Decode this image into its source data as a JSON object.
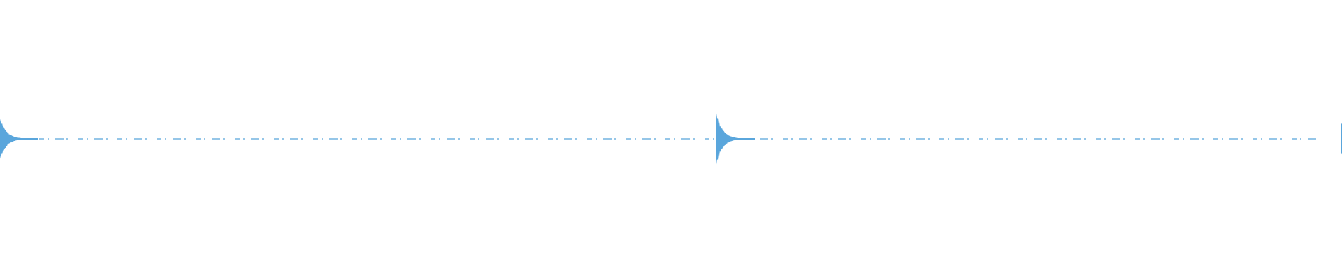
{
  "waveform": {
    "color": "#5aa6dc",
    "background": "#ffffff",
    "transients": [
      {
        "time": 0.0,
        "amplitude": 0.16
      },
      {
        "time": 0.534,
        "amplitude": 0.19
      },
      {
        "time": 0.999,
        "amplitude": 0.12
      }
    ],
    "baseline_noise": "sparse-dashed"
  }
}
